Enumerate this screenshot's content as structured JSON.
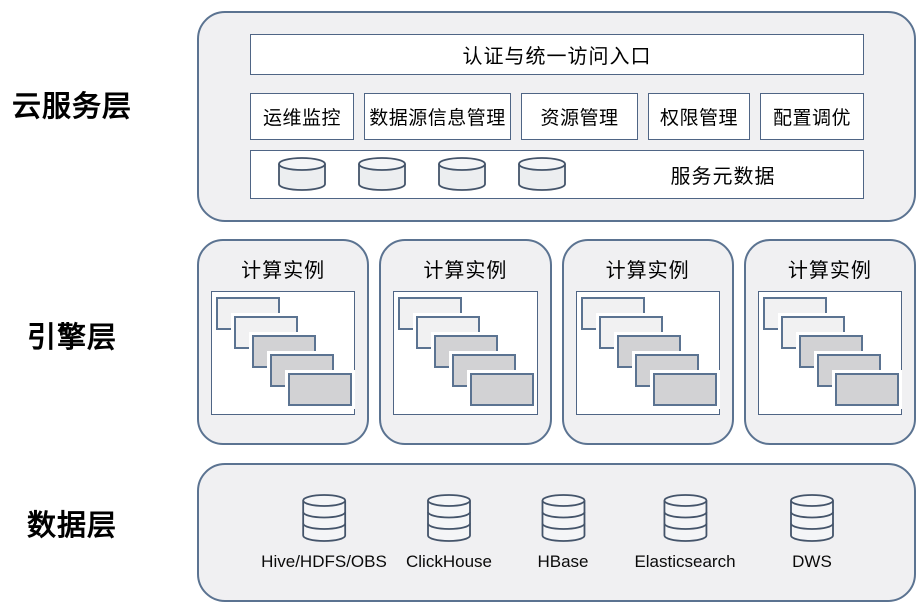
{
  "cloud": {
    "label": "云服务层",
    "auth_entry": "认证与统一访问入口",
    "modules": [
      "运维监控",
      "数据源信息管理",
      "资源管理",
      "权限管理",
      "配置调优"
    ],
    "metadata_label": "服务元数据"
  },
  "engine": {
    "label": "引擎层",
    "instances": [
      {
        "label": "计算实例"
      },
      {
        "label": "计算实例"
      },
      {
        "label": "计算实例"
      },
      {
        "label": "计算实例"
      }
    ]
  },
  "data": {
    "label": "数据层",
    "stores": [
      {
        "name": "Hive/HDFS/OBS"
      },
      {
        "name": "ClickHouse"
      },
      {
        "name": "HBase"
      },
      {
        "name": "Elasticsearch"
      },
      {
        "name": "DWS"
      }
    ]
  },
  "icons": {
    "flat_database": "database-icon",
    "tall_database": "database-icon"
  },
  "colors": {
    "panel_background": "#f0f0f2",
    "panel_border": "#5b7391",
    "box_border": "#4f6585",
    "stack_light": "#f1f1f2",
    "stack_dark": "#d2d2d4"
  }
}
